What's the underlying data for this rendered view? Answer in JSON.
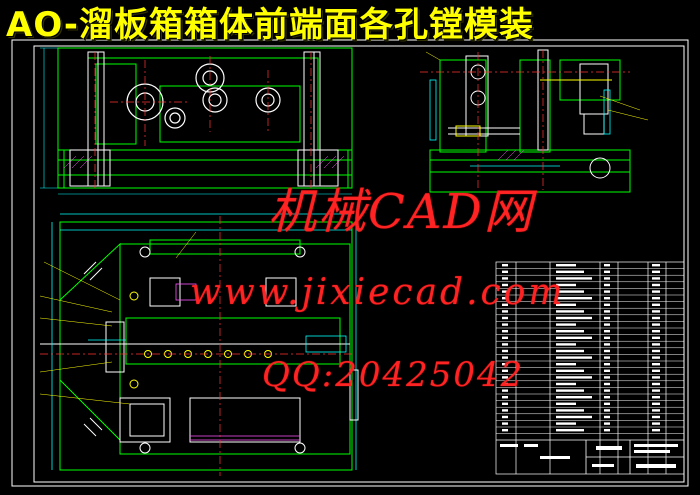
{
  "title": "AO-溜板箱箱体前端面各孔镗模装",
  "watermark": {
    "brand": "机械CAD网",
    "url": "www.jixiecad.com",
    "qq": "QQ:20425042"
  },
  "colors": {
    "background": "#000000",
    "title": "#ffff00",
    "watermark": "#ff2828",
    "frame": "#ffffff",
    "part_line": "#00ff00",
    "dim_line": "#00ffff",
    "bolt": "#ffff00",
    "center_line": "#ff3333",
    "leader": "#ff55ff"
  }
}
